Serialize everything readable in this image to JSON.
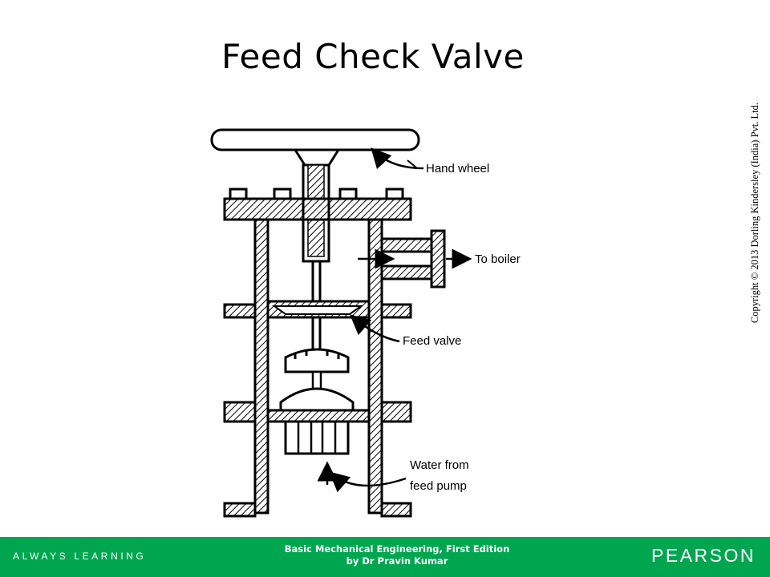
{
  "slide": {
    "title": "Feed Check Valve",
    "copyright": "Copyright © 2013 Dorling Kindersley (India) Pvt. Ltd."
  },
  "diagram": {
    "labels": {
      "hand_wheel": "Hand wheel",
      "to_boiler": "To boiler",
      "feed_valve": "Feed valve",
      "water_line1": "Water from",
      "water_line2": "feed pump"
    }
  },
  "footer": {
    "tagline": "ALWAYS LEARNING",
    "book_line1": "Basic Mechanical Engineering, First Edition",
    "book_line2": "by Dr Pravin Kumar",
    "publisher": "PEARSON",
    "background_color": "#00a64f"
  }
}
